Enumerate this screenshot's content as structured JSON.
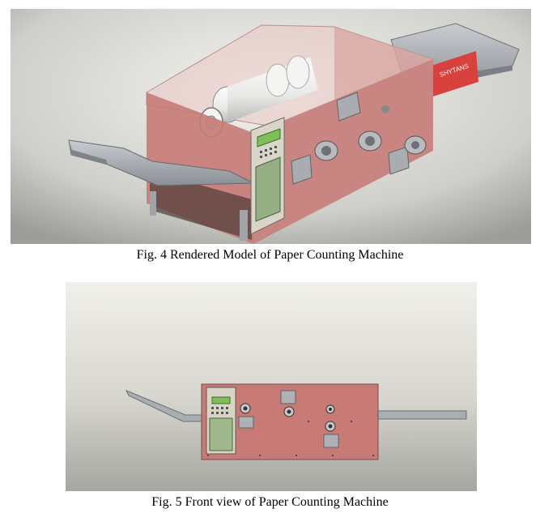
{
  "figures": [
    {
      "id": "fig4",
      "caption": "Fig. 4 Rendered Model of Paper Counting Machine",
      "label_on_model": "SHYTANS"
    },
    {
      "id": "fig5",
      "caption": "Fig. 5 Front view of Paper Counting Machine"
    }
  ],
  "colors": {
    "panel": "#c77a76",
    "panel_dark": "#a5605d",
    "metal": "#9aa0a6",
    "background_top": "#f0efea",
    "background_bottom": "#a9a9a4"
  }
}
